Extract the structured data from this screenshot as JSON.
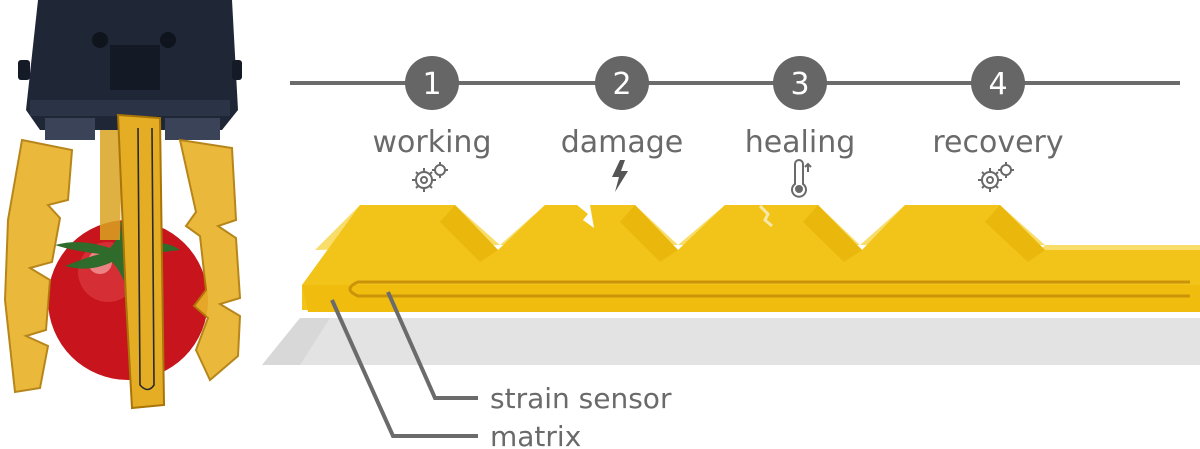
{
  "timeline": {
    "steps": [
      {
        "number": "1",
        "label": "working",
        "icon": "gears-icon"
      },
      {
        "number": "2",
        "label": "damage",
        "icon": "lightning-icon"
      },
      {
        "number": "3",
        "label": "healing",
        "icon": "thermometer-icon"
      },
      {
        "number": "4",
        "label": "recovery",
        "icon": "gears-icon"
      }
    ]
  },
  "labels": {
    "sensor": "strain sensor",
    "matrix": "matrix"
  },
  "colors": {
    "step_circle": "#666666",
    "line": "#6b6b6b",
    "matrix_yellow": "#f2c41a",
    "matrix_light": "#f8dd6a",
    "shadow": "#e3e3e3",
    "gripper_dark": "#1e2635",
    "tomato": "#c8141c"
  }
}
